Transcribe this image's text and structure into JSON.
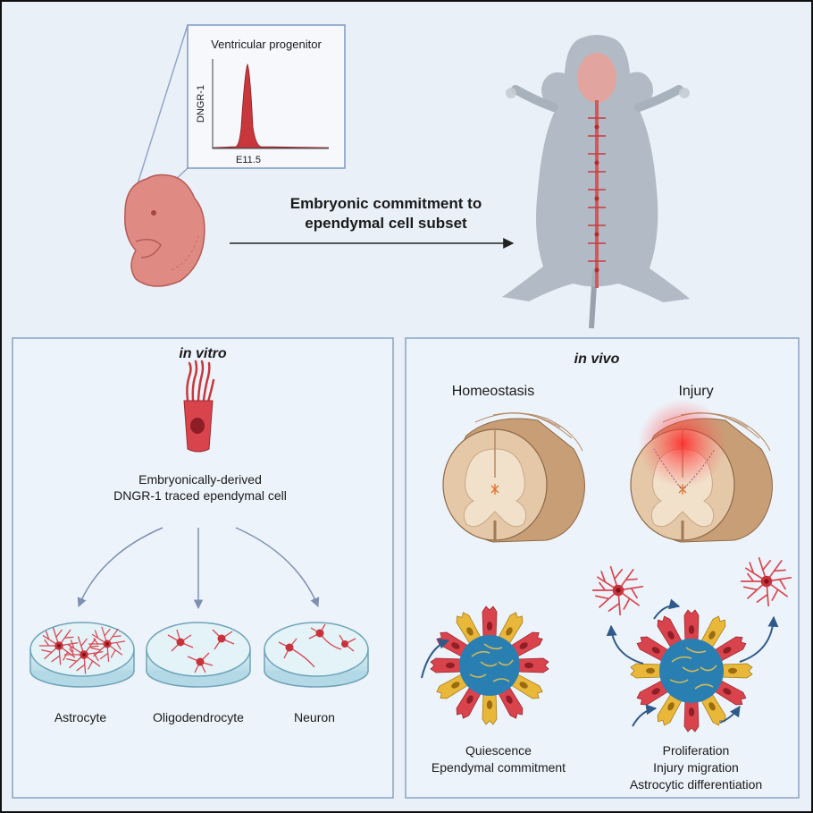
{
  "top": {
    "histogram": {
      "title": "Ventricular progenitor",
      "ylabel": "DNGR-1",
      "xlabel": "E11.5"
    },
    "arrow_label": [
      "Embryonic commitment to",
      "ependymal cell subset"
    ]
  },
  "in_vitro": {
    "title": "in vitro",
    "cell_label": [
      "Embryonically-derived",
      "DNGR-1 traced ependymal cell"
    ],
    "dishes": [
      "Astrocyte",
      "Oligodendrocyte",
      "Neuron"
    ]
  },
  "in_vivo": {
    "title": "in vivo",
    "columns": [
      "Homeostasis",
      "Injury"
    ],
    "left_caption": [
      "Quiescence",
      "Ependymal commitment"
    ],
    "right_caption": [
      "Proliferation",
      "Injury migration",
      "Astrocytic differentiation"
    ]
  },
  "colors": {
    "red": "#c8373b",
    "blue": "#2a7fb2",
    "yellow": "#e8b837",
    "tissue": "#d7b18c",
    "background": "#e9f0f7"
  }
}
